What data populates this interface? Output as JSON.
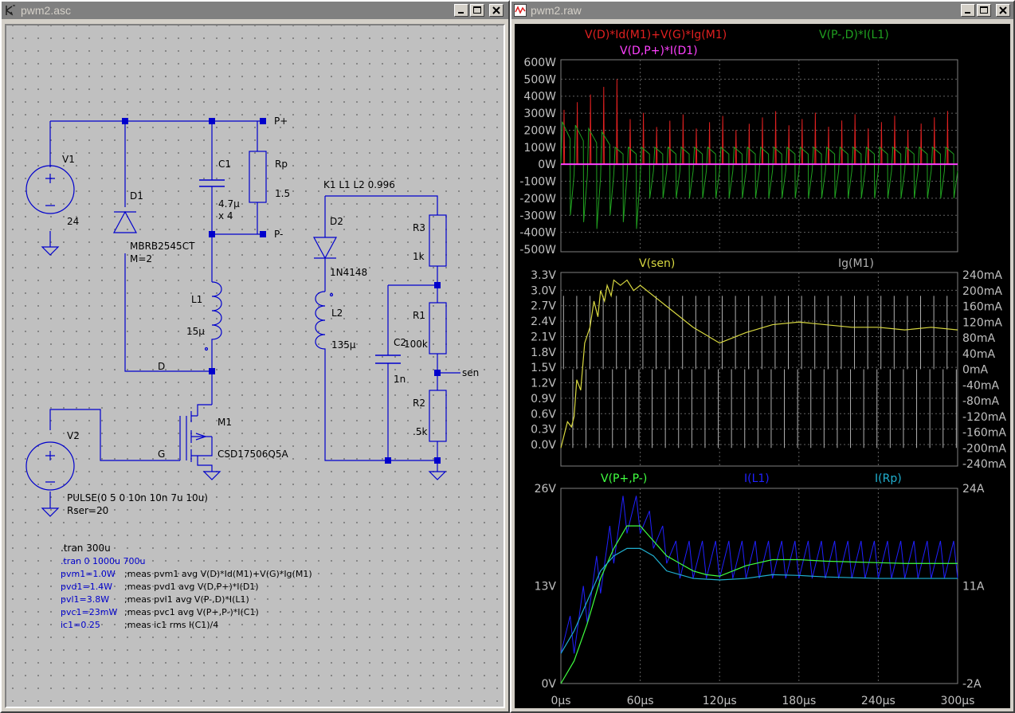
{
  "schematic_window": {
    "title": "pwm2.asc",
    "components": {
      "v1": {
        "name": "V1",
        "value": "24"
      },
      "d1": {
        "name": "D1",
        "part": "MBRB2545CT",
        "param": "M=2"
      },
      "c1": {
        "name": "C1",
        "value": "4.7µ",
        "mult": "x 4"
      },
      "rp": {
        "name": "Rp",
        "value": "1.5"
      },
      "l1": {
        "name": "L1",
        "value": "15µ"
      },
      "k1": {
        "text": "K1 L1 L2 0.996"
      },
      "d2": {
        "name": "D2",
        "part": "1N4148"
      },
      "l2": {
        "name": "L2",
        "value": "135µ"
      },
      "c2": {
        "name": "C2",
        "value": "1n"
      },
      "r3": {
        "name": "R3",
        "value": "1k"
      },
      "r1": {
        "name": "R1",
        "value": "100k"
      },
      "r2": {
        "name": "R2",
        "value": ".5k"
      },
      "m1": {
        "name": "M1",
        "part": "CSD17506Q5A"
      },
      "v2": {
        "name": "V2",
        "value": "PULSE(0 5 0 10n 10n 7u 10u)",
        "rser": "Rser=20"
      }
    },
    "nets": {
      "pplus": "P+",
      "pminus": "P-",
      "d": "D",
      "g": "G",
      "sen": "sen"
    },
    "directives": {
      "tran1": ".tran 300u",
      "tran2": ".tran 0 1000u 700u",
      "meas": [
        {
          "result": "pvm1=1.0W",
          "cmd": ";meas pvm1 avg V(D)*Id(M1)+V(G)*Ig(M1)"
        },
        {
          "result": "pvd1=1.4W",
          "cmd": ";meas pvd1 avg V(D,P+)*I(D1)"
        },
        {
          "result": "pvl1=3.8W",
          "cmd": ";meas pvl1 avg V(P-,D)*I(L1)"
        },
        {
          "result": "pvc1=23mW",
          "cmd": ";meas pvc1 avg V(P+,P-)*I(C1)"
        },
        {
          "result": "ic1=0.25",
          "cmd": ";meas ic1 rms I(C1)/4"
        }
      ]
    }
  },
  "waveform_window": {
    "title": "pwm2.raw",
    "x_axis": {
      "ticks": [
        "0µs",
        "60µs",
        "120µs",
        "180µs",
        "240µs",
        "300µs"
      ]
    }
  },
  "colors": {
    "wire": "#0000cc",
    "red_trace": "#e02020",
    "green_trace": "#20a020",
    "magenta_trace": "#ff40ff",
    "yellow_trace": "#d8d840",
    "gray_trace": "#b0b0b0",
    "lime_trace": "#40ff40",
    "blue_trace": "#2020ff",
    "cyan_trace": "#20b0d0"
  },
  "chart_data": [
    {
      "type": "line",
      "series": [
        {
          "name": "V(D)*Id(M1)+V(G)*Ig(M1)",
          "color": "#e02020",
          "values_desc": "spikes",
          "peak": 540
        },
        {
          "name": "V(P-,D)*I(L1)",
          "color": "#20a020"
        },
        {
          "name": "V(D,P+)*I(D1)",
          "color": "#ff40ff"
        }
      ],
      "y_ticks": [
        "600W",
        "500W",
        "400W",
        "300W",
        "200W",
        "100W",
        "0W",
        "-100W",
        "-200W",
        "-300W",
        "-400W",
        "-500W"
      ],
      "ylim": [
        -500,
        600
      ],
      "xlim": [
        0,
        300
      ]
    },
    {
      "type": "line",
      "series": [
        {
          "name": "V(sen)",
          "color": "#d8d840",
          "axis": "left",
          "x": [
            0,
            3,
            5,
            8,
            10,
            12,
            15,
            18,
            22,
            25,
            28,
            30,
            33,
            35,
            38,
            40,
            45,
            50,
            55,
            60,
            80,
            100,
            120,
            140,
            160,
            180,
            200,
            220,
            240,
            260,
            280,
            300
          ],
          "y": [
            0,
            0.3,
            0.5,
            0.4,
            0.6,
            1.3,
            1.1,
            2.0,
            2.3,
            2.8,
            2.5,
            3.0,
            2.8,
            3.1,
            2.9,
            3.2,
            3.1,
            3.2,
            3.0,
            3.1,
            2.7,
            2.3,
            2.0,
            2.2,
            2.35,
            2.4,
            2.35,
            2.3,
            2.3,
            2.25,
            2.3,
            2.25
          ]
        },
        {
          "name": "Ig(M1)",
          "color": "#b0b0b0",
          "axis": "right"
        }
      ],
      "left_ticks": [
        "3.3V",
        "3.0V",
        "2.7V",
        "2.4V",
        "2.1V",
        "1.8V",
        "1.5V",
        "1.2V",
        "0.9V",
        "0.6V",
        "0.3V",
        "0.0V"
      ],
      "right_ticks": [
        "240mA",
        "200mA",
        "160mA",
        "120mA",
        "80mA",
        "40mA",
        "0mA",
        "-40mA",
        "-80mA",
        "-120mA",
        "-160mA",
        "-200mA",
        "-240mA"
      ],
      "ylim_left": [
        -0.3,
        3.3
      ],
      "ylim_right": [
        -240,
        240
      ]
    },
    {
      "type": "line",
      "series": [
        {
          "name": "V(P+,P-)",
          "color": "#40ff40",
          "axis": "left",
          "x": [
            0,
            10,
            20,
            30,
            40,
            50,
            60,
            70,
            80,
            90,
            100,
            110,
            120,
            130,
            140,
            160,
            180,
            200,
            220,
            240,
            260,
            280,
            300
          ],
          "y": [
            0,
            3,
            8,
            14,
            18,
            21,
            21,
            19,
            17,
            16,
            15,
            14.5,
            14.3,
            15,
            15.7,
            16.5,
            16.5,
            16.3,
            16.2,
            16.1,
            16,
            16,
            16
          ]
        },
        {
          "name": "I(L1)",
          "color": "#2020ff",
          "axis": "right"
        },
        {
          "name": "I(Rp)",
          "color": "#20b0d0",
          "axis": "right",
          "x": [
            0,
            10,
            20,
            30,
            40,
            50,
            60,
            70,
            80,
            100,
            120,
            140,
            160,
            180,
            200,
            240,
            300
          ],
          "y": [
            2,
            5,
            9,
            13,
            15,
            16,
            16,
            15,
            13,
            12,
            11.8,
            12,
            12.5,
            12.4,
            12.2,
            12.0,
            12.0
          ]
        }
      ],
      "left_ticks": [
        "26V",
        "13V",
        "0V"
      ],
      "right_ticks": [
        "24A",
        "11A",
        "-2A"
      ],
      "ylim_left": [
        0,
        26
      ],
      "ylim_right": [
        -2,
        24
      ]
    }
  ]
}
